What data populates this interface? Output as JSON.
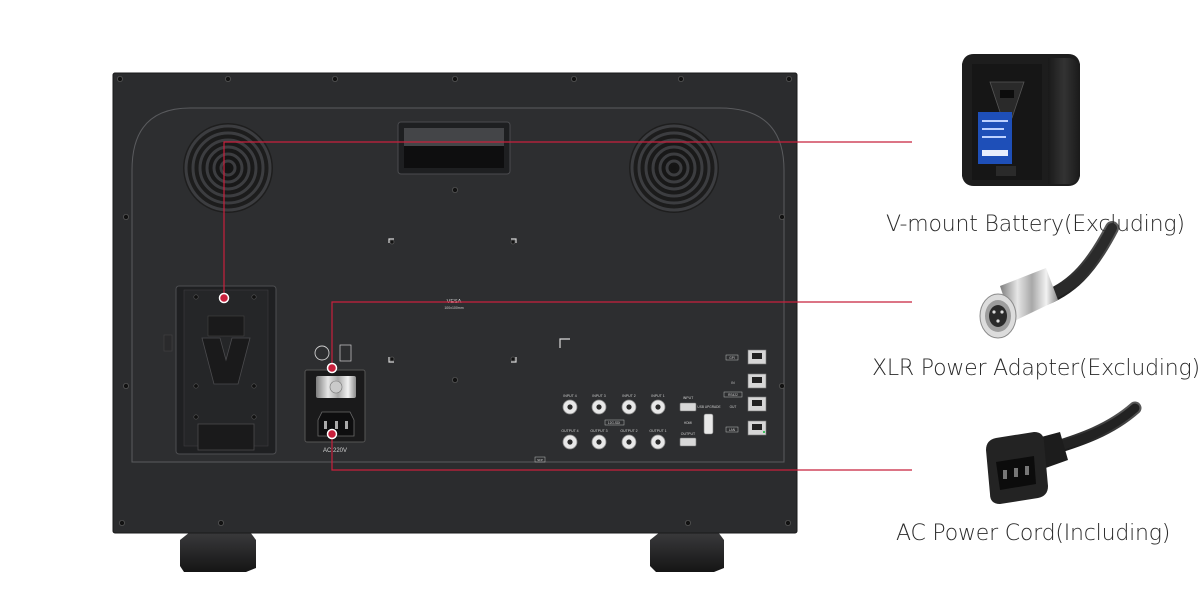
{
  "accessories": [
    {
      "label": "V-mount Battery(Excluding)"
    },
    {
      "label": "XLR Power Adapter(Excluding)"
    },
    {
      "label": "AC Power Cord(Including)"
    }
  ],
  "panel_markings": {
    "vesa": "VESA",
    "vesa_sub": "100x100mm",
    "ac_voltage": "AC 220V",
    "inputs": [
      "INPUT 4",
      "INPUT 3",
      "INPUT 2",
      "INPUT 1"
    ],
    "outputs": [
      "OUTPUT 4",
      "OUTPUT 3",
      "OUTPUT 2",
      "OUTPUT 1"
    ],
    "sdi_group": "12G-SDI",
    "hdmi_input": "INPUT",
    "hdmi_output": "OUTPUT",
    "hdmi_group": "HDMI",
    "usb_label": "USB UPGRADE",
    "sfp_label": "SFP",
    "gpi_label": "GPI",
    "rs422_label": "RS422",
    "in_label": "IN",
    "out_label": "OUT",
    "lan_label": "LAN"
  },
  "colors": {
    "accent": "#c8203c",
    "panel": "#2b2c2e",
    "background": "#ffffff",
    "text": "#2a2a2a"
  }
}
